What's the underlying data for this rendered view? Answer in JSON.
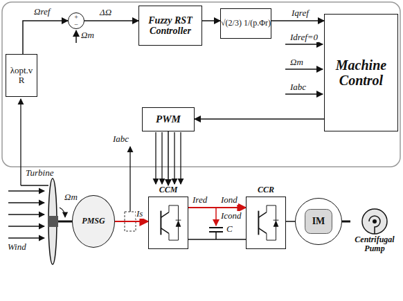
{
  "diagram": {
    "nodes": [
      {
        "text": [
          "λopt.v R"
        ]
      },
      {
        "text": [
          "+",
          "−"
        ]
      },
      {
        "text": [
          "Fuzzy RST Controller"
        ]
      },
      {
        "text": [
          "√(2/3) 1/(p.Φr)"
        ]
      },
      {
        "text": [
          "Machine Control"
        ]
      },
      {
        "text": [
          "PWM"
        ]
      },
      {
        "text": [
          "PMSG"
        ]
      },
      {
        "text": [
          "CCM"
        ]
      },
      {
        "text": [
          "CCR"
        ]
      },
      {
        "text": [
          "IM"
        ]
      },
      {
        "text": [
          "Centrifugal Pump"
        ]
      }
    ],
    "edges": [
      {
        "from": 0,
        "to": 1,
        "arrow": "to",
        "label": "Ωref"
      },
      {
        "from": 1,
        "to": 2,
        "arrow": "to",
        "label": "ΔΩ"
      },
      {
        "from": 2,
        "to": 3,
        "arrow": "to"
      },
      {
        "from": 3,
        "to": 4,
        "arrow": "to",
        "label": "Iqref"
      },
      {
        "from": 4,
        "to": 5,
        "arrow": "to"
      },
      {
        "from": 5,
        "to": 7,
        "arrow": "to"
      },
      {
        "from": 6,
        "to": 7,
        "arrow": "to",
        "label": "Is"
      },
      {
        "from": 7,
        "to": 8,
        "arrow": "to",
        "label": "Ired"
      },
      {
        "from": 8,
        "to": 9,
        "arrow": "none"
      },
      {
        "from": 9,
        "to": 10,
        "arrow": "none"
      }
    ],
    "labels": [
      "Idref=0",
      "Ωm",
      "Iabc",
      "Ωm",
      "Iabc",
      "Turbine",
      "Wind",
      "Ωm",
      "Iond",
      "Icond",
      "C"
    ]
  }
}
